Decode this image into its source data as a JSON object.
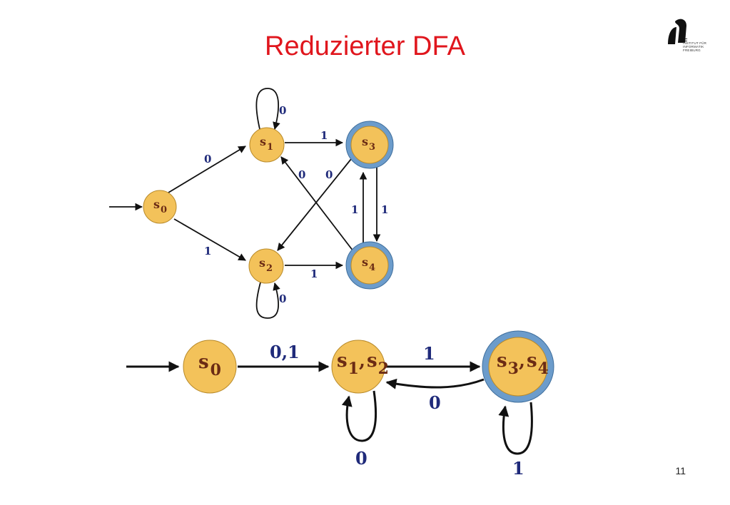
{
  "title": "Reduzierter DFA",
  "page_number": "11",
  "logo": {
    "name": "iif-logo",
    "text_lines": [
      "INSTITUT FÜR",
      "INFORMATIK",
      "FREIBURG"
    ],
    "mark": "IIF"
  },
  "colors": {
    "title": "#e0161d",
    "state_fill": "#f3c25a",
    "accepting_ring": "#6c9ccb",
    "edge_label": "#1f2a7a",
    "state_label": "#6b2b14"
  },
  "dfa_original": {
    "states": [
      {
        "id": "s0",
        "base": "s",
        "sub": "0",
        "accepting": false,
        "initial": true
      },
      {
        "id": "s1",
        "base": "s",
        "sub": "1",
        "accepting": false
      },
      {
        "id": "s2",
        "base": "s",
        "sub": "2",
        "accepting": false
      },
      {
        "id": "s3",
        "base": "s",
        "sub": "3",
        "accepting": true
      },
      {
        "id": "s4",
        "base": "s",
        "sub": "4",
        "accepting": true
      }
    ],
    "transitions": [
      {
        "from": "s0",
        "to": "s1",
        "label": "0"
      },
      {
        "from": "s0",
        "to": "s2",
        "label": "1"
      },
      {
        "from": "s1",
        "to": "s1",
        "label": "0"
      },
      {
        "from": "s1",
        "to": "s3",
        "label": "1"
      },
      {
        "from": "s2",
        "to": "s2",
        "label": "0"
      },
      {
        "from": "s2",
        "to": "s4",
        "label": "1"
      },
      {
        "from": "s3",
        "to": "s2",
        "label": "0"
      },
      {
        "from": "s3",
        "to": "s4",
        "label": "1"
      },
      {
        "from": "s4",
        "to": "s1",
        "label": "0"
      },
      {
        "from": "s4",
        "to": "s3",
        "label": "1"
      }
    ]
  },
  "dfa_reduced": {
    "states": [
      {
        "id": "q0",
        "parts": [
          {
            "base": "s",
            "sub": "0"
          }
        ],
        "accepting": false,
        "initial": true
      },
      {
        "id": "q12",
        "parts": [
          {
            "base": "s",
            "sub": "1"
          },
          {
            "base": "s",
            "sub": "2"
          }
        ],
        "accepting": false
      },
      {
        "id": "q34",
        "parts": [
          {
            "base": "s",
            "sub": "3"
          },
          {
            "base": "s",
            "sub": "4"
          }
        ],
        "accepting": true
      }
    ],
    "separator": ",",
    "transitions": [
      {
        "from": "q0",
        "to": "q12",
        "label": "0,1"
      },
      {
        "from": "q12",
        "to": "q34",
        "label": "1"
      },
      {
        "from": "q34",
        "to": "q12",
        "label": "0"
      },
      {
        "from": "q12",
        "to": "q12",
        "label": "0"
      },
      {
        "from": "q34",
        "to": "q34",
        "label": "1"
      }
    ]
  }
}
